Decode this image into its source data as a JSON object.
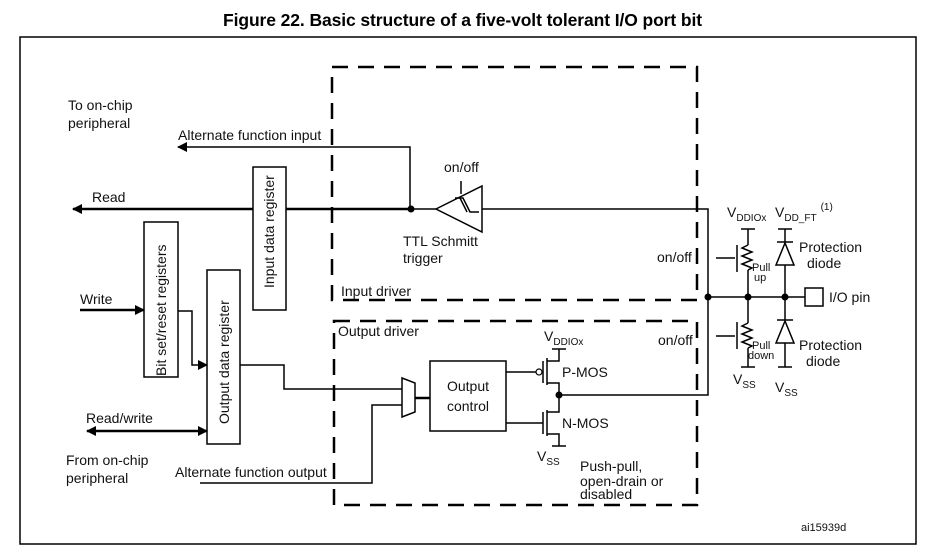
{
  "title": "Figure 22. Basic structure of a five-volt tolerant I/O port bit",
  "figure_id": "ai15939d",
  "signals": {
    "to_peripheral": [
      "To on-chip",
      "peripheral"
    ],
    "from_peripheral": [
      "From on-chip",
      "peripheral"
    ],
    "alt_input": "Alternate function input",
    "alt_output": "Alternate function output",
    "read": "Read",
    "write": "Write",
    "read_write": "Read/write"
  },
  "blocks": {
    "input_data_register": "Input data register",
    "bit_set_reset": "Bit set/reset registers",
    "output_data_register": "Output data register",
    "output_control": [
      "Output",
      "control"
    ],
    "input_driver": "Input driver",
    "output_driver": "Output driver"
  },
  "components": {
    "schmitt_onoff": "on/off",
    "schmitt_label": [
      "TTL Schmitt",
      "trigger"
    ],
    "pullup_onoff": "on/off",
    "pulldown_onoff": "on/off",
    "pull_up": [
      "Pull",
      "up"
    ],
    "pull_down": [
      "Pull",
      "down"
    ],
    "pmos": "P-MOS",
    "nmos": "N-MOS",
    "protection_diode_top": [
      "Protection",
      "diode"
    ],
    "protection_diode_bottom": [
      "Protection",
      "diode"
    ],
    "io_pin": "I/O pin",
    "output_modes": [
      "Push-pull,",
      "open-drain or",
      "disabled"
    ]
  },
  "supplies": {
    "v": "V",
    "vddiox_sub": "DDIOx",
    "vddft_sub": "DD_FT",
    "vddft_note": "(1)",
    "vss_sub": "SS"
  }
}
